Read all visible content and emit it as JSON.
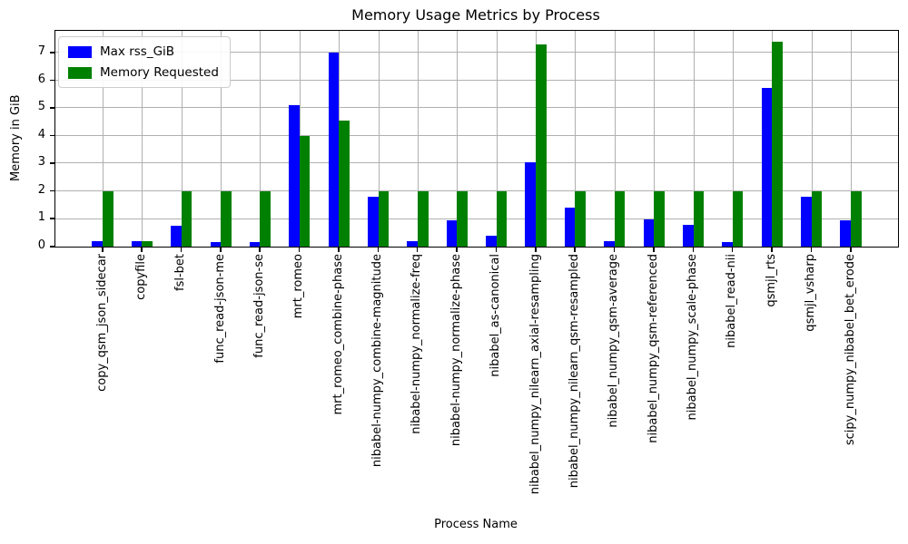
{
  "figure": {
    "title": "Memory Usage Metrics by Process",
    "xlabel": "Process Name",
    "ylabel": "Memory in GiB"
  },
  "legend": {
    "items": [
      {
        "label": "Max rss_GiB",
        "color": "#0000ff"
      },
      {
        "label": "Memory Requested",
        "color": "#008000"
      }
    ]
  },
  "chart_data": {
    "type": "bar",
    "title": "Memory Usage Metrics by Process",
    "xlabel": "Process Name",
    "ylabel": "Memory in GiB",
    "ylim": [
      0,
      7.8
    ],
    "yticks": [
      0,
      1,
      2,
      3,
      4,
      5,
      6,
      7
    ],
    "grid": true,
    "legend_position": "upper left",
    "categories": [
      "copy_qsm_json_sidecar",
      "copyfile",
      "fsl-bet",
      "func_read-json-me",
      "func_read-json-se",
      "mrt_romeo",
      "mrt_romeo_combine-phase",
      "nibabel-numpy_combine-magnitude",
      "nibabel-numpy_normalize-freq",
      "nibabel-numpy_normalize-phase",
      "nibabel_as-canonical",
      "nibabel_numpy_nilearn_axial-resampling",
      "nibabel_numpy_nilearn_qsm-resampled",
      "nibabel_numpy_qsm-average",
      "nibabel_numpy_qsm-referenced",
      "nibabel_numpy_scale-phase",
      "nibabel_read-nii",
      "qsmjl_rts",
      "qsmjl_vsharp",
      "scipy_numpy_nibabel_bet_erode"
    ],
    "series": [
      {
        "name": "Max rss_GiB",
        "color": "#0000ff",
        "values": [
          0.2,
          0.2,
          0.75,
          0.15,
          0.15,
          5.1,
          7.0,
          1.8,
          0.2,
          0.95,
          0.4,
          3.05,
          1.4,
          0.2,
          1.0,
          0.8,
          0.15,
          5.75,
          1.8,
          0.95
        ]
      },
      {
        "name": "Memory Requested",
        "color": "#008000",
        "values": [
          2.0,
          0.2,
          2.0,
          2.0,
          2.0,
          4.0,
          4.55,
          2.0,
          2.0,
          2.0,
          2.0,
          7.3,
          2.0,
          2.0,
          2.0,
          2.0,
          2.0,
          7.4,
          2.0,
          2.0
        ]
      }
    ]
  }
}
